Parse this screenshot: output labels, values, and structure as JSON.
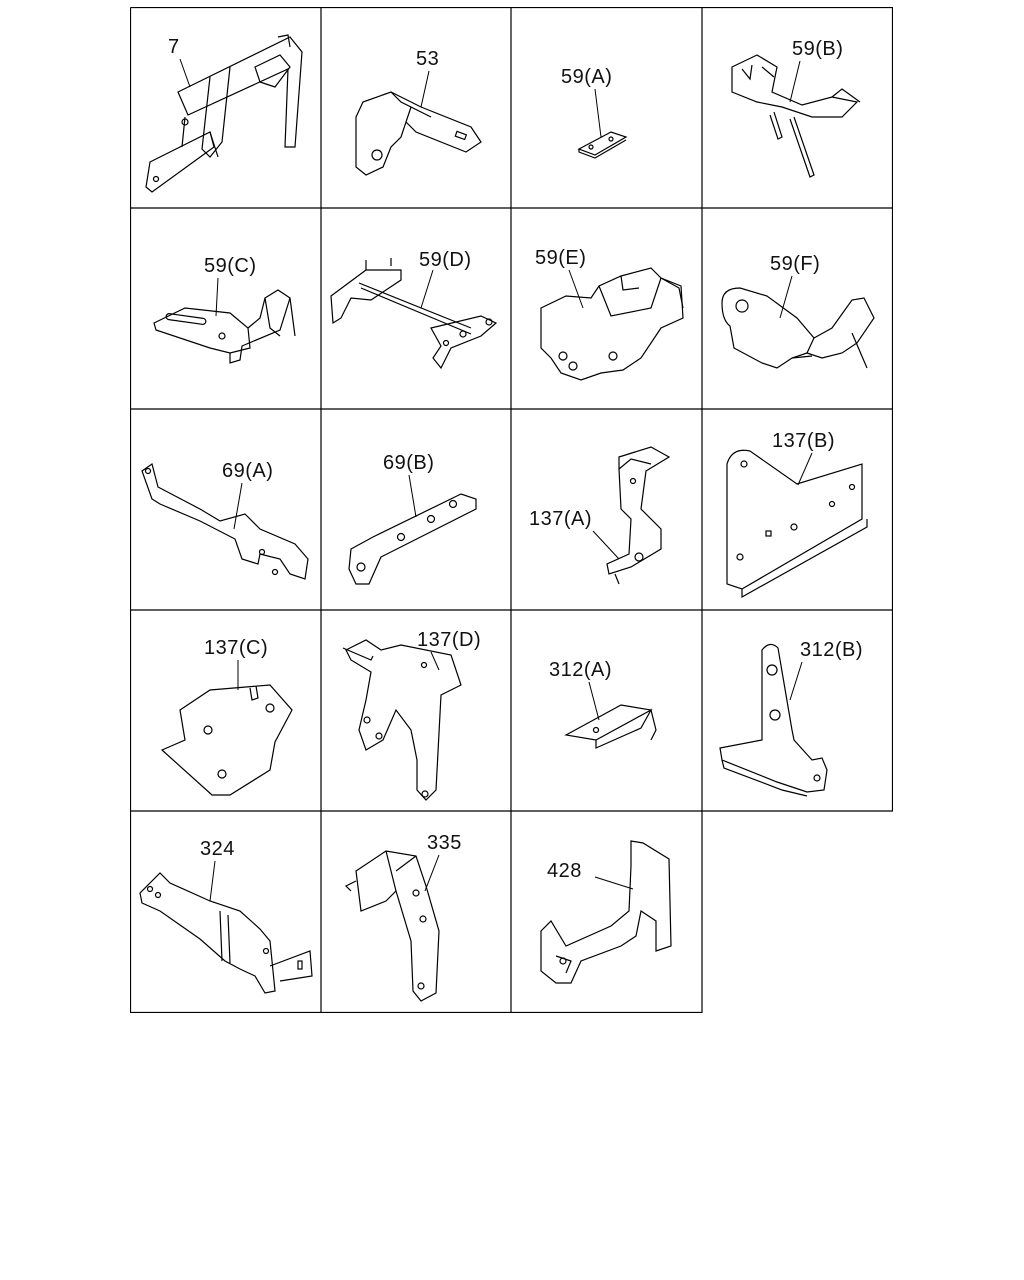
{
  "parts": [
    {
      "id": "p7",
      "label": "7"
    },
    {
      "id": "p53",
      "label": "53"
    },
    {
      "id": "p59a",
      "label": "59(A)"
    },
    {
      "id": "p59b",
      "label": "59(B)"
    },
    {
      "id": "p59c",
      "label": "59(C)"
    },
    {
      "id": "p59d",
      "label": "59(D)"
    },
    {
      "id": "p59e",
      "label": "59(E)"
    },
    {
      "id": "p59f",
      "label": "59(F)"
    },
    {
      "id": "p69a",
      "label": "69(A)"
    },
    {
      "id": "p69b",
      "label": "69(B)"
    },
    {
      "id": "p137a",
      "label": "137(A)"
    },
    {
      "id": "p137b",
      "label": "137(B)"
    },
    {
      "id": "p137c",
      "label": "137(C)"
    },
    {
      "id": "p137d",
      "label": "137(D)"
    },
    {
      "id": "p312a",
      "label": "312(A)"
    },
    {
      "id": "p312b",
      "label": "312(B)"
    },
    {
      "id": "p324",
      "label": "324"
    },
    {
      "id": "p335",
      "label": "335"
    },
    {
      "id": "p428",
      "label": "428"
    }
  ]
}
